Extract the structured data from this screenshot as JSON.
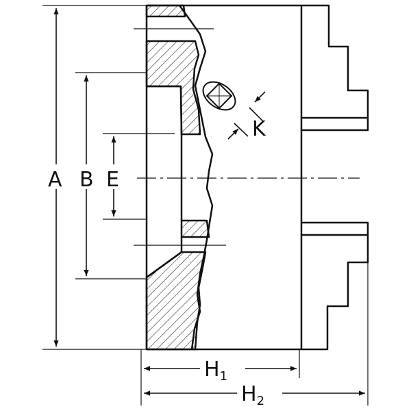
{
  "labels": {
    "A": "A",
    "B": "B",
    "E": "E",
    "K": "K",
    "H1": {
      "main": "H",
      "sub": "1"
    },
    "H2": {
      "main": "H",
      "sub": "2"
    }
  },
  "colors": {
    "line": "#111111",
    "background": "#ffffff"
  }
}
